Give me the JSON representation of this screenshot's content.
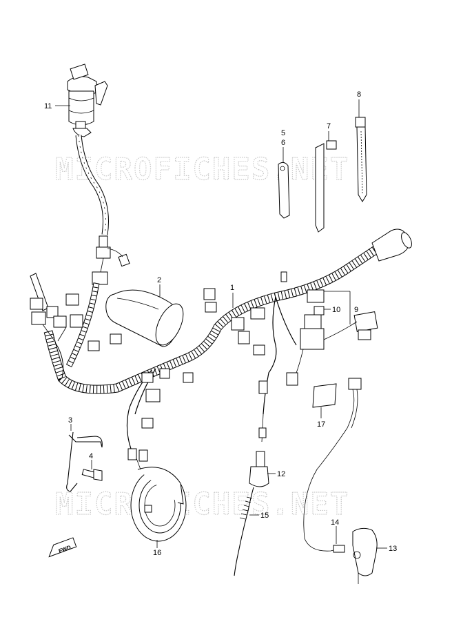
{
  "watermark": "MICROFICHES.NET",
  "fwd_label": "FWD",
  "callouts": {
    "c1": "1",
    "c2": "2",
    "c3": "3",
    "c4": "4",
    "c5": "5",
    "c6": "6",
    "c7": "7",
    "c8": "8",
    "c9": "9",
    "c10": "10",
    "c11": "11",
    "c12": "12",
    "c13": "13",
    "c14": "14",
    "c15": "15",
    "c16": "16",
    "c17": "17"
  }
}
